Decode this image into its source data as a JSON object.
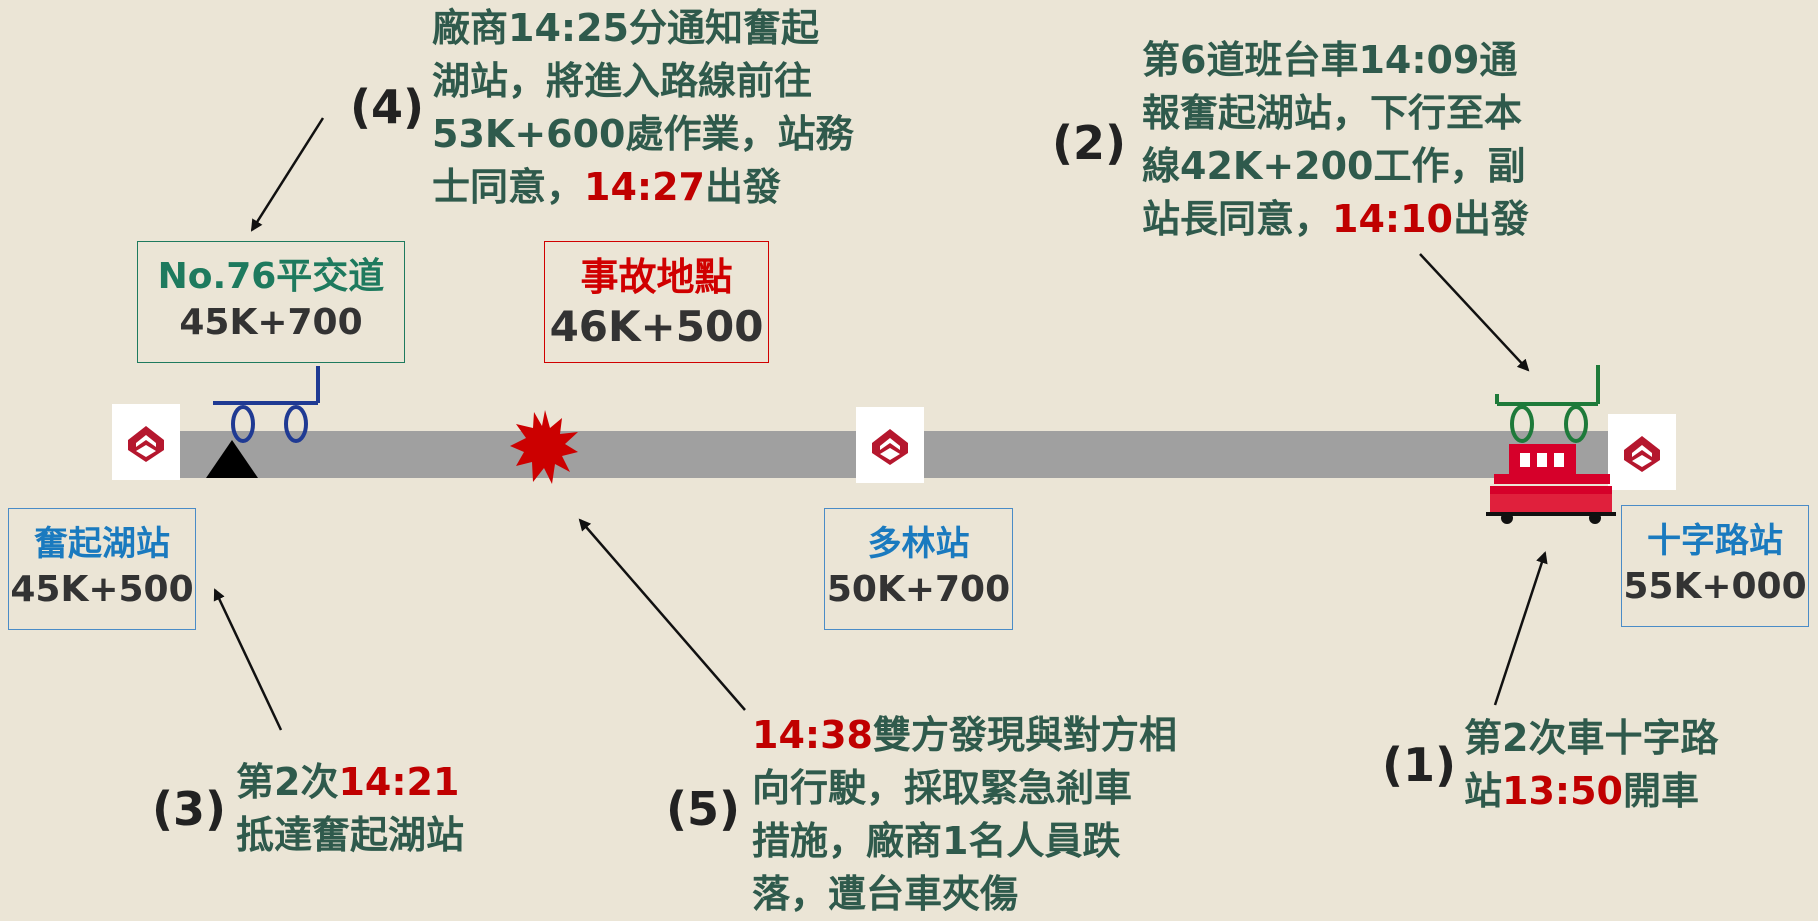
{
  "steps": [
    {
      "num": "(1)",
      "lines": [
        "第2次車十字路",
        "站"
      ],
      "time": "13:50",
      "after": "開車"
    },
    {
      "num": "(2)",
      "lines": [
        "第6道班台車14:09通",
        "報奮起湖站，下行至本",
        "線42K+200工作，副",
        "站長同意，"
      ],
      "time": "14:10",
      "after": "出發"
    },
    {
      "num": "(3)",
      "line1_pre": "第2次",
      "line1_time": "14:21",
      "line2": "抵達奮起湖站"
    },
    {
      "num": "(4)",
      "lines": [
        "廠商14:25分通知奮起",
        "湖站，將進入路線前往",
        "53K+600處作業，站務",
        "士同意，"
      ],
      "time": "14:27",
      "after": "出發"
    },
    {
      "num": "(5)",
      "time": "14:38",
      "line1_after": "雙方發現與對方相",
      "lines": [
        "向行駛，採取緊急剎車",
        "措施，廠商1名人員跌",
        "落，遭台車夾傷"
      ]
    }
  ],
  "crossing": {
    "name": "No.76平交道",
    "km": "45K+700"
  },
  "accident": {
    "name": "事故地點",
    "km": "46K+500"
  },
  "stations": [
    {
      "name": "奮起湖站",
      "km": "45K+500"
    },
    {
      "name": "多林站",
      "km": "50K+700"
    },
    {
      "name": "十字路站",
      "km": "55K+000"
    }
  ],
  "colors": {
    "background": "#ebe5d6",
    "track": "#a0a0a0",
    "note_text": "#2f5a4c",
    "time_highlight": "#c00000",
    "station_text": "#1a7abf",
    "crossing_text": "#1e7a5e",
    "accident_text": "#d00000",
    "logo": "#b5172e",
    "cart_handle_blue": "#1f3a93",
    "cart_handle_green": "#1e7a3a"
  },
  "icons": [
    "station-logo-icon",
    "railway-crossing-icon",
    "explosion-icon",
    "locomotive-icon",
    "rail-cart-icon"
  ]
}
